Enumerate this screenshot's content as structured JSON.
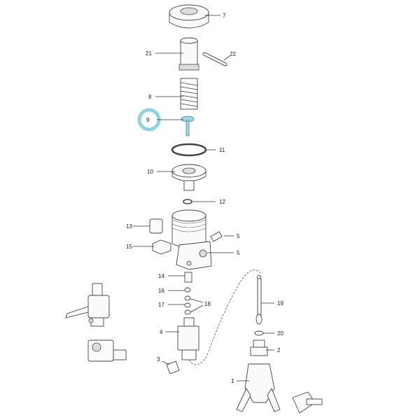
{
  "diagram": {
    "type": "exploded parts diagram",
    "highlight": {
      "part": "9",
      "color": "#8fd3e0"
    },
    "callouts": [
      {
        "id": "c7",
        "label": "7"
      },
      {
        "id": "c21",
        "label": "21"
      },
      {
        "id": "c22",
        "label": "22"
      },
      {
        "id": "c8",
        "label": "8"
      },
      {
        "id": "c9",
        "label": "9"
      },
      {
        "id": "c11",
        "label": "11"
      },
      {
        "id": "c10",
        "label": "10"
      },
      {
        "id": "c12",
        "label": "12"
      },
      {
        "id": "c13",
        "label": "13"
      },
      {
        "id": "c5a",
        "label": "5"
      },
      {
        "id": "c15",
        "label": "15"
      },
      {
        "id": "c5b",
        "label": "5"
      },
      {
        "id": "c14",
        "label": "14"
      },
      {
        "id": "c16",
        "label": "16"
      },
      {
        "id": "c17",
        "label": "17"
      },
      {
        "id": "c18",
        "label": "18"
      },
      {
        "id": "c19",
        "label": "19"
      },
      {
        "id": "c4",
        "label": "4"
      },
      {
        "id": "c20",
        "label": "20"
      },
      {
        "id": "c2",
        "label": "2"
      },
      {
        "id": "c3",
        "label": "3"
      },
      {
        "id": "c1",
        "label": "1"
      }
    ]
  }
}
